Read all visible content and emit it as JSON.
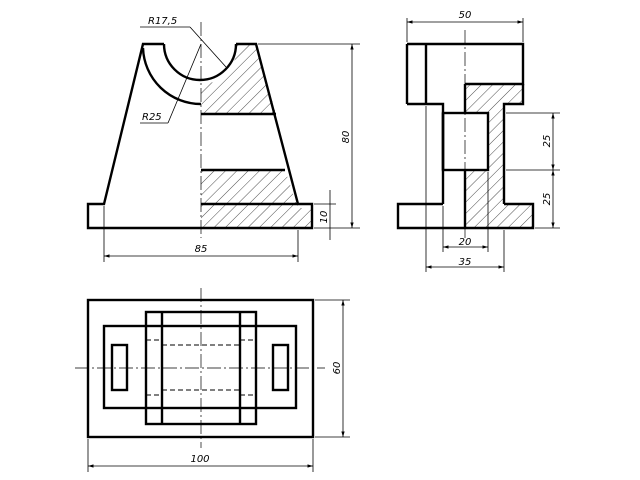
{
  "dimensions": {
    "front_r_small": "R17,5",
    "front_r_large": "R25",
    "front_height": "80",
    "front_base_height": "10",
    "front_base_width": "85",
    "side_top_width": "50",
    "side_upper": "25",
    "side_lower": "25",
    "side_inner": "20",
    "side_bottom": "35",
    "top_height": "60",
    "top_width": "100"
  }
}
